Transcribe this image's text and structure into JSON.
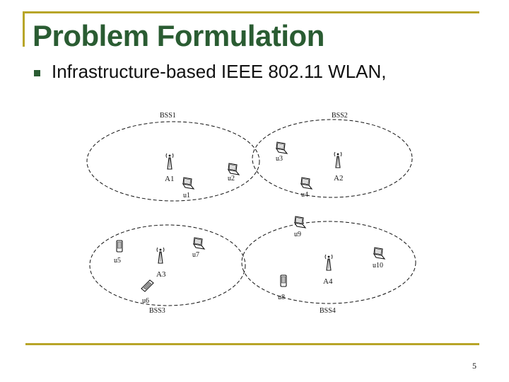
{
  "slide": {
    "title": "Problem Formulation",
    "bullet": "Infrastructure-based IEEE 802.11 WLAN,",
    "page_number": "5"
  },
  "colors": {
    "title_green": "#2a5c32",
    "frame_gold": "#b8a528"
  },
  "diagram": {
    "bss": [
      {
        "label": "BSS1"
      },
      {
        "label": "BSS2"
      },
      {
        "label": "BSS3"
      },
      {
        "label": "BSS4"
      }
    ],
    "access_points": [
      {
        "label": "A1",
        "icon": "antenna-icon"
      },
      {
        "label": "A2",
        "icon": "antenna-icon"
      },
      {
        "label": "A3",
        "icon": "antenna-icon"
      },
      {
        "label": "A4",
        "icon": "antenna-icon"
      }
    ],
    "users": [
      {
        "label": "u1",
        "icon": "laptop-icon"
      },
      {
        "label": "u2",
        "icon": "laptop-icon"
      },
      {
        "label": "u3",
        "icon": "laptop-icon"
      },
      {
        "label": "u4",
        "icon": "laptop-icon"
      },
      {
        "label": "u5",
        "icon": "pda-icon"
      },
      {
        "label": "u6",
        "icon": "phone-icon"
      },
      {
        "label": "u7",
        "icon": "laptop-icon"
      },
      {
        "label": "u8",
        "icon": "pda-icon"
      },
      {
        "label": "u9",
        "icon": "laptop-icon"
      },
      {
        "label": "u10",
        "icon": "laptop-icon"
      }
    ]
  }
}
